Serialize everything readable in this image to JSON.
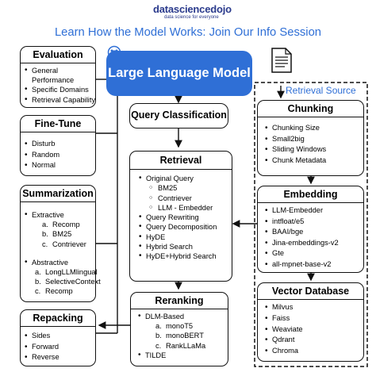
{
  "logo": {
    "name": "datasciencedojo",
    "tagline": "data science for everyone"
  },
  "page_title": "Learn How the Model Works: Join Our Info Session",
  "llm": {
    "label": "Large Language Model"
  },
  "retrieval_source": {
    "label": "Retrieval Source"
  },
  "evaluation": {
    "title": "Evaluation",
    "items": [
      "General",
      "Performance",
      "Specific Domains",
      "Retrieval Capability"
    ]
  },
  "finetune": {
    "title": "Fine-Tune",
    "items": [
      "Disturb",
      "Random",
      "Normal"
    ]
  },
  "summarization": {
    "title": "Summarization",
    "extractive": "Extractive",
    "extractive_items": [
      {
        "n": "a.",
        "t": "Recomp"
      },
      {
        "n": "b.",
        "t": "BM25"
      },
      {
        "n": "c.",
        "t": "Contriever"
      }
    ],
    "abstractive": "Abstractive",
    "abstractive_items": [
      {
        "n": "a.",
        "t": "LongLLMlingual"
      },
      {
        "n": "b.",
        "t": "SelectiveContext"
      },
      {
        "n": "c.",
        "t": "Recomp"
      }
    ]
  },
  "repacking": {
    "title": "Repacking",
    "items": [
      "Sides",
      "Forward",
      "Reverse"
    ]
  },
  "query_classification": {
    "label": "Query Classification"
  },
  "retrieval": {
    "title": "Retrieval",
    "original_query": "Original Query",
    "original_subitems": [
      "BM25",
      "Contriever",
      "LLM - Embedder"
    ],
    "items": [
      "Query Rewriting",
      "Query Decomposition",
      "HyDE",
      "Hybrid Search",
      "HyDE+Hybrid Search"
    ]
  },
  "reranking": {
    "title": "Reranking",
    "dlm": "DLM-Based",
    "dlm_items": [
      {
        "n": "a.",
        "t": "monoT5"
      },
      {
        "n": "b.",
        "t": "monoBERT"
      },
      {
        "n": "c.",
        "t": "RankLLaMa"
      }
    ],
    "tilde": "TILDE"
  },
  "chunking": {
    "title": "Chunking",
    "items": [
      "Chunking Size",
      "Small2big",
      "Sliding Windows",
      "Chunk Metadata"
    ]
  },
  "embedding": {
    "title": "Embedding",
    "items": [
      "LLM-Embedder",
      "intfloat/e5",
      "BAAI/bge",
      "Jina-embeddings-v2",
      "Gte",
      "all-mpnet-base-v2"
    ]
  },
  "vector_db": {
    "title": "Vector Database",
    "items": [
      "Milvus",
      "Faiss",
      "Weaviate",
      "Qdrant",
      "Chroma"
    ]
  }
}
